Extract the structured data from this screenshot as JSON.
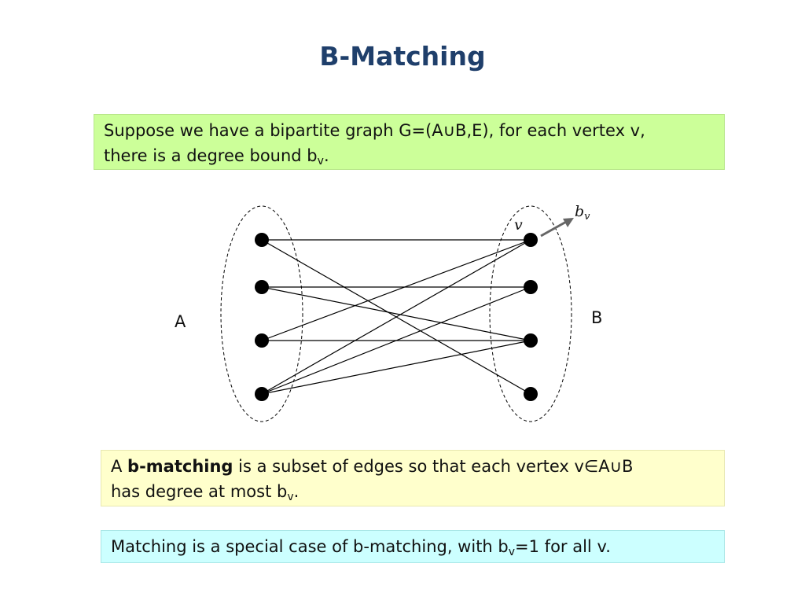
{
  "slide": {
    "title": "B-Matching"
  },
  "intro_box": {
    "line1": "Suppose we have a bipartite graph G=(A∪B,E), for each vertex v,",
    "line2_main": "there is a degree bound b",
    "line2_sub": "v",
    "line2_end": "."
  },
  "diagram": {
    "left_set_label": "A",
    "right_set_label": "B",
    "vertex_label": "v",
    "bound_label_main": "b",
    "bound_label_sub": "v",
    "left_vertices": [
      "a1",
      "a2",
      "a3",
      "a4"
    ],
    "right_vertices": [
      "b1",
      "b2",
      "b3",
      "b4"
    ],
    "edges": [
      [
        "a1",
        "b1"
      ],
      [
        "a1",
        "b4"
      ],
      [
        "a2",
        "b2"
      ],
      [
        "a2",
        "b3"
      ],
      [
        "a3",
        "b3"
      ],
      [
        "a3",
        "b1"
      ],
      [
        "a4",
        "b1"
      ],
      [
        "a4",
        "b2"
      ],
      [
        "a4",
        "b3"
      ]
    ],
    "colors": {
      "vertex": "#000000",
      "edge": "#000000",
      "arrow": "#666666"
    }
  },
  "definition_box": {
    "prefix": "A ",
    "term": "b-matching",
    "rest": " is a subset of edges so that each vertex v∈A∪B",
    "line2_main": "has degree at most b",
    "line2_sub": "v",
    "line2_end": "."
  },
  "special_case_box": {
    "main": "Matching is a special case of b-matching, with b",
    "sub": "v",
    "end": "=1 for all v."
  }
}
